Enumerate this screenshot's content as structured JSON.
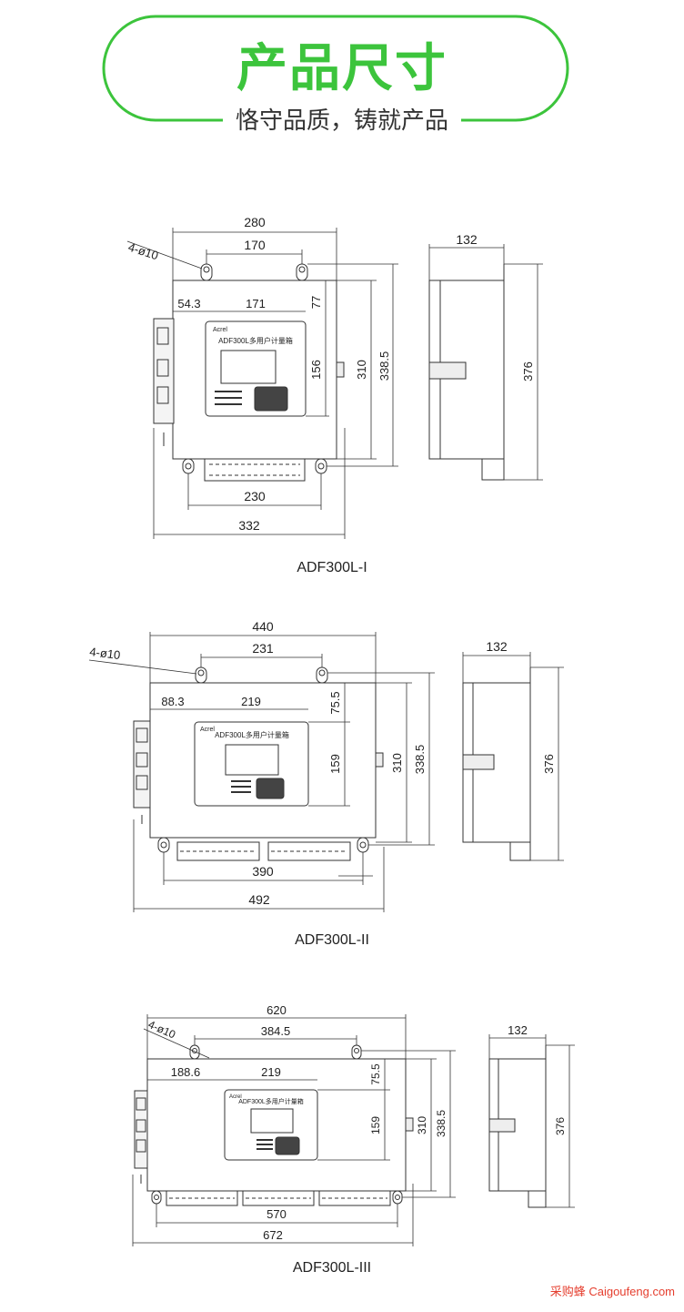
{
  "header": {
    "title": "产品尺寸",
    "subtitle": "恪守品质，铸就产品",
    "accent_color": "#3cc43c"
  },
  "panel_text": {
    "brand": "Acrel",
    "product_name": "ADF300L多用户计量箱"
  },
  "drawings": [
    {
      "model": "ADF300L-I",
      "dims": {
        "holes": "4-ø10",
        "w_top": "280",
        "hole_spacing_top": "170",
        "panel_offset": "54.3",
        "panel_width": "171",
        "panel_top": "77",
        "panel_height": "156",
        "height_inner": "310",
        "height_outer": "338.5",
        "hole_spacing_bottom": "230",
        "w_total": "332",
        "depth": "132",
        "side_height": "376"
      }
    },
    {
      "model": "ADF300L-II",
      "dims": {
        "holes": "4-ø10",
        "w_top": "440",
        "hole_spacing_top": "231",
        "panel_offset": "88.3",
        "panel_width": "219",
        "panel_top": "75.5",
        "panel_height": "159",
        "height_inner": "310",
        "height_outer": "338.5",
        "hole_spacing_bottom": "390",
        "w_total": "492",
        "depth": "132",
        "side_height": "376"
      }
    },
    {
      "model": "ADF300L-III",
      "dims": {
        "holes": "4-ø10",
        "w_top": "620",
        "hole_spacing_top": "384.5",
        "panel_offset": "188.6",
        "panel_width": "219",
        "panel_top": "75.5",
        "panel_height": "159",
        "height_inner": "310",
        "height_outer": "338.5",
        "hole_spacing_bottom": "570",
        "w_total": "672",
        "depth": "132",
        "side_height": "376"
      }
    }
  ],
  "footer": {
    "watermark": "采购蜂 Caigoufeng.com",
    "color": "#e53e2e"
  }
}
